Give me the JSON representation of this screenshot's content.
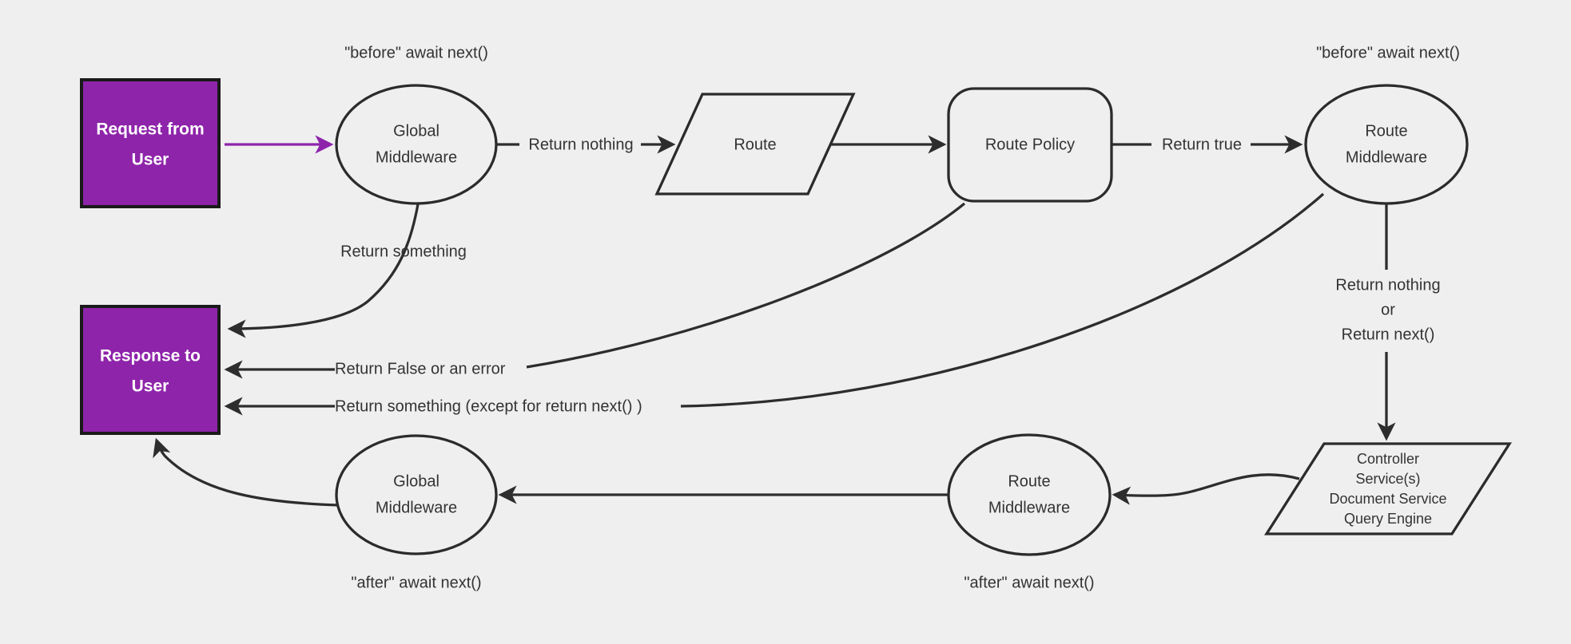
{
  "diagram": {
    "colors": {
      "background": "#efefef",
      "line": "#2d2d2d",
      "shape_stroke": "#2b2b2b",
      "text": "#333333",
      "accent_purple": "#8e24aa",
      "accent_border": "#1a1a1a",
      "accent_text": "#ffffff"
    },
    "nodes": {
      "request_from_user": {
        "lines": [
          "Request from",
          "User"
        ]
      },
      "global_middleware_top": {
        "lines": [
          "Global",
          "Middleware"
        ]
      },
      "route": {
        "label": "Route"
      },
      "route_policy": {
        "label": "Route Policy"
      },
      "route_middleware_top": {
        "lines": [
          "Route",
          "Middleware"
        ]
      },
      "controller": {
        "lines": [
          "Controller",
          "Service(s)",
          "Document Service",
          "Query Engine"
        ]
      },
      "route_middleware_bottom": {
        "lines": [
          "Route",
          "Middleware"
        ]
      },
      "global_middleware_bottom": {
        "lines": [
          "Global",
          "Middleware"
        ]
      },
      "response_to_user": {
        "lines": [
          "Response to",
          "User"
        ]
      }
    },
    "edge_labels": {
      "before_global": "\"before\" await next()",
      "before_route": "\"before\" await next()",
      "return_nothing": "Return nothing",
      "return_true": "Return true",
      "return_something": "Return something",
      "return_false_or_error": "Return False or an error",
      "return_something_except": "Return something (except for return next() )",
      "return_nothing_or": [
        "Return nothing",
        "or",
        "Return next()"
      ],
      "after_global": "\"after\" await next()",
      "after_route": "\"after\" await next()"
    }
  }
}
